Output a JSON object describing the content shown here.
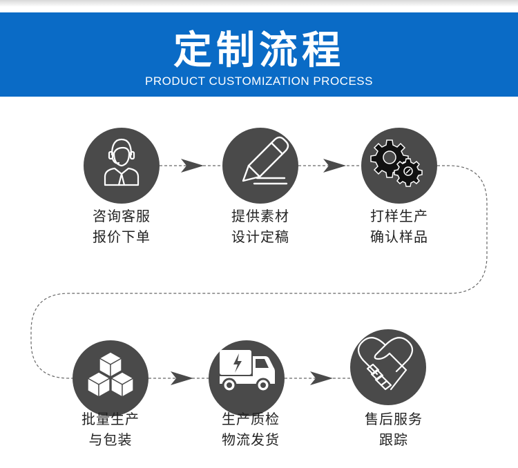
{
  "header": {
    "title": "定制流程",
    "subtitle": "PRODUCT CUSTOMIZATION PROCESS",
    "background_color": "#0a6bc6"
  },
  "colors": {
    "circle": "#4a4a4a",
    "connector": "#555555",
    "text": "#222222"
  },
  "steps": [
    {
      "icon": "customer-service-icon",
      "line1": "咨询客服",
      "line2": "报价下单"
    },
    {
      "icon": "pencil-icon",
      "line1": "提供素材",
      "line2": "设计定稿"
    },
    {
      "icon": "gears-icon",
      "line1": "打样生产",
      "line2": "确认样品"
    },
    {
      "icon": "boxes-icon",
      "line1": "批量生产",
      "line2": "与包装"
    },
    {
      "icon": "delivery-truck-icon",
      "line1": "生产质检",
      "line2": "物流发货"
    },
    {
      "icon": "handshake-heart-icon",
      "line1": "售后服务",
      "line2": "跟踪"
    }
  ]
}
